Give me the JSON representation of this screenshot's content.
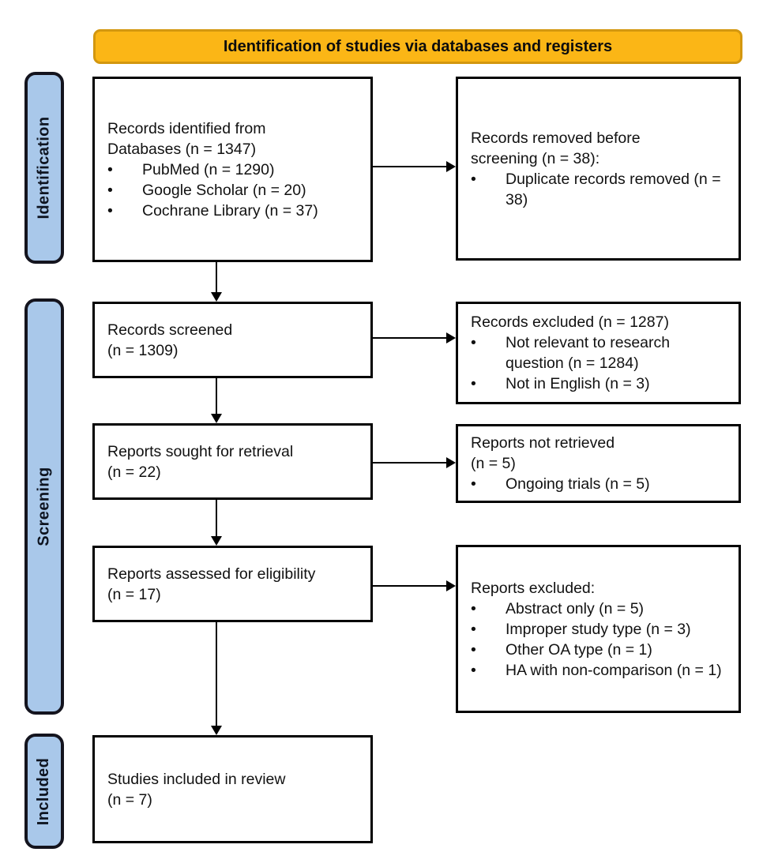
{
  "banner": {
    "title": "Identification of studies via databases and registers"
  },
  "stages": [
    {
      "label": "Identification"
    },
    {
      "label": "Screening"
    },
    {
      "label": "Included"
    }
  ],
  "boxes": {
    "records_identified": {
      "lines": [
        "Records identified from",
        "Databases (n = 1347)"
      ],
      "bullets": [
        "PubMed (n = 1290)",
        "Google Scholar (n = 20)",
        "Cochrane Library (n = 37)"
      ]
    },
    "records_removed": {
      "lines": [
        "Records removed before",
        "screening (n = 38):"
      ],
      "bullets": [
        "Duplicate records removed (n = 38)"
      ]
    },
    "records_screened": {
      "lines": [
        "Records screened",
        "(n = 1309)"
      ]
    },
    "records_excluded": {
      "lines": [
        "Records excluded (n = 1287)"
      ],
      "bullets": [
        "Not relevant to research question (n = 1284)",
        "Not in English (n = 3)"
      ]
    },
    "reports_sought": {
      "lines": [
        "Reports sought for retrieval",
        "(n = 22)"
      ]
    },
    "reports_not_retrieved": {
      "lines": [
        "Reports not retrieved",
        "(n = 5)"
      ],
      "bullets": [
        "Ongoing trials (n = 5)"
      ]
    },
    "reports_assessed": {
      "lines": [
        "Reports assessed for eligibility",
        "(n = 17)"
      ]
    },
    "reports_excluded": {
      "lines": [
        "Reports excluded:"
      ],
      "bullets": [
        "Abstract only (n = 5)",
        "Improper study type (n = 3)",
        "Other OA type (n = 1)",
        "HA with non-comparison (n = 1)"
      ]
    },
    "studies_included": {
      "lines": [
        "Studies included in review",
        "(n = 7)"
      ]
    }
  },
  "ui": {
    "bullet_marker": "•"
  },
  "colors": {
    "banner_fill": "#FBB616",
    "banner_border": "#D3970F",
    "stage_fill": "#A9C8EA",
    "stage_border": "#14141E",
    "box_border": "#000000",
    "arrow": "#000000"
  }
}
